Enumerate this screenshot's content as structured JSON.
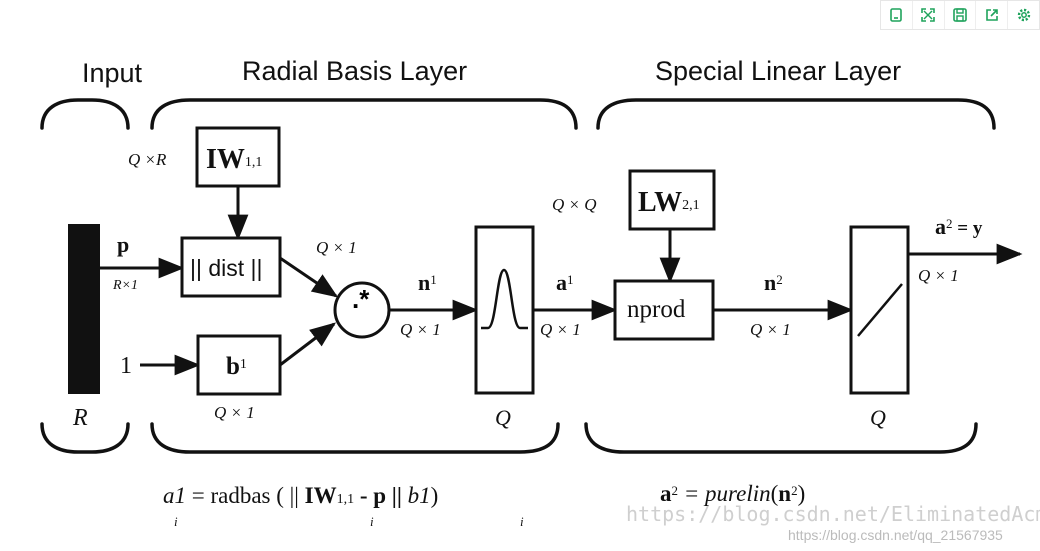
{
  "toolbar": {
    "buttons": [
      {
        "icon": "copy-icon"
      },
      {
        "icon": "fullscreen-icon"
      },
      {
        "icon": "save-icon"
      },
      {
        "icon": "share-icon"
      },
      {
        "icon": "settings-icon"
      }
    ],
    "color": "#1fa35c"
  },
  "sections": {
    "input": "Input",
    "radial": "Radial Basis Layer",
    "linear": "Special Linear Layer"
  },
  "input": {
    "signal": "p",
    "signal_dim": "R×1",
    "bar_label": "R",
    "bias_input": "1"
  },
  "radial": {
    "weight": {
      "main": "IW",
      "sup": "1,1"
    },
    "weight_dim": "Q ×R",
    "dist_label": "|| dist ||",
    "dist_out_dim": "Q × 1",
    "bias": {
      "main": "b",
      "sup": "1"
    },
    "bias_dim": "Q × 1",
    "mult_symbol": ".*",
    "net": {
      "main": "n",
      "sup": "1"
    },
    "net_dim": "Q × 1",
    "transfer_label": "Q"
  },
  "linear": {
    "in_signal": {
      "main": "a",
      "sup": "1"
    },
    "in_dim": "Q × 1",
    "weight": {
      "main": "LW",
      "sup": "2,1"
    },
    "weight_dim": "Q × Q",
    "nprod_label": "nprod",
    "net": {
      "main": "n",
      "sup": "2"
    },
    "net_dim": "Q × 1",
    "transfer_label": "Q",
    "output": {
      "main": "a",
      "sup": "2",
      "tail": " = y"
    },
    "output_dim": "Q × 1"
  },
  "equations": {
    "eq1": {
      "a": "a",
      "one": "1",
      "sub_i": "i",
      "text1": " = radbas ( ||  ",
      "iw": "IW",
      "iw_sup": "1,1",
      "iw_sub": "i",
      "text2": " - p || ",
      "b": "b",
      "b_one": "1",
      "b_sub": "i",
      "close": ")"
    },
    "eq2": {
      "a": "a",
      "a_sup": "2",
      "text": " = purelin",
      "open": "(",
      "n": "n",
      "n_sup": "2",
      "close": ")"
    }
  },
  "watermark": {
    "line1": "https://blog.csdn.net/EliminatedAcmer",
    "line2": "https://blog.csdn.net/qq_21567935"
  }
}
